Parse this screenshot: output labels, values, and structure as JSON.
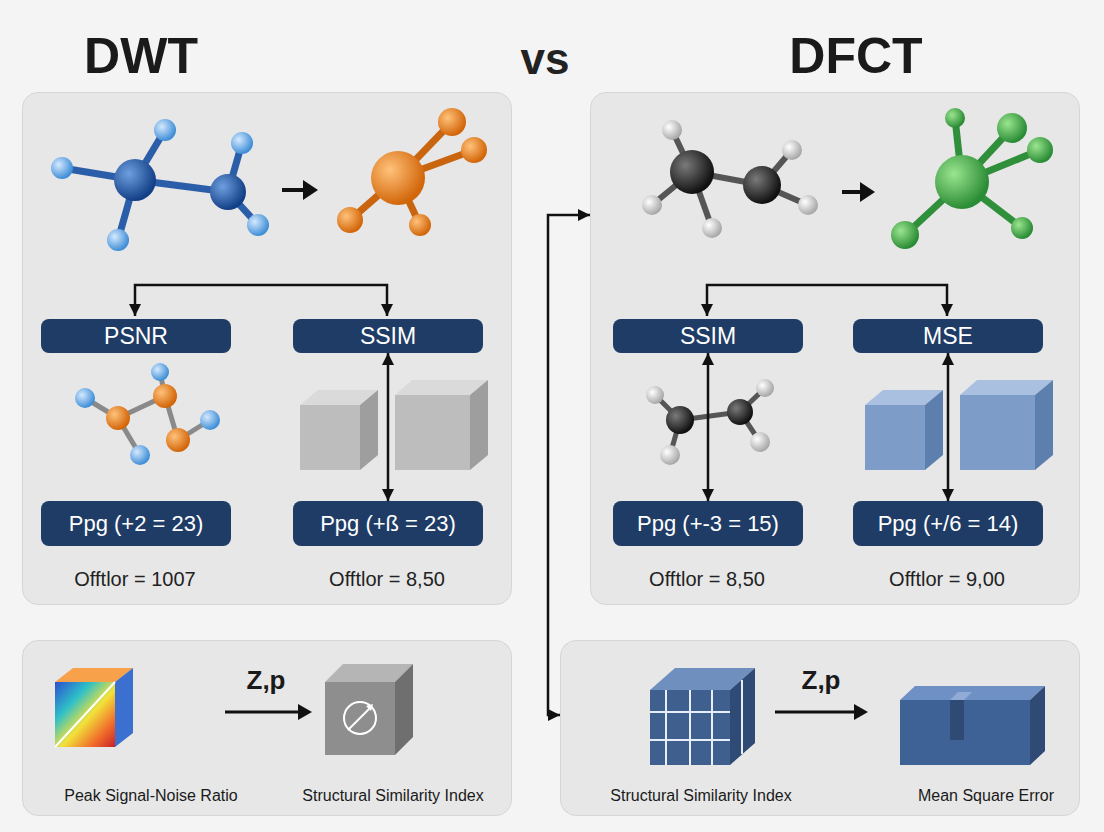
{
  "diagram": {
    "nodes": [
      {
        "text": [
          "DWT"
        ]
      },
      {
        "text": [
          "PSNR"
        ],
        "in": 0
      },
      {
        "text": [
          "SSIM"
        ],
        "in": 0
      },
      {
        "text": [
          "Ppg (+2 = 23)"
        ],
        "in": 0
      },
      {
        "text": [
          "Ppg (+ß = 23)"
        ],
        "in": 0
      },
      {
        "text": [
          "DFCT"
        ]
      },
      {
        "text": [
          "SSIM"
        ],
        "in": 5
      },
      {
        "text": [
          "MSE"
        ],
        "in": 5
      },
      {
        "text": [
          "Ppg (+-3 = 15)"
        ],
        "in": 5
      },
      {
        "text": [
          "Ppg (+/6 = 14)"
        ],
        "in": 5
      },
      {
        "text": [
          "Peak Signal-Noise Ratio",
          "Z,p",
          "Structural Similarity Index"
        ]
      },
      {
        "text": [
          "Structural Similarity Index",
          "Z,p",
          "Mean Square Error"
        ]
      }
    ],
    "edges": [
      {
        "from": 2,
        "to": 4,
        "arrow": "both"
      },
      {
        "from": 6,
        "to": 8,
        "arrow": "both"
      },
      {
        "from": 7,
        "to": 9,
        "arrow": "both"
      },
      {
        "from": 5,
        "to": 11,
        "arrow": "both"
      }
    ],
    "labels": [
      "vs",
      "Offtlor = 1007",
      "Offtlor = 8,50",
      "Offtlor = 8,50",
      "Offtlor = 9,00"
    ]
  }
}
